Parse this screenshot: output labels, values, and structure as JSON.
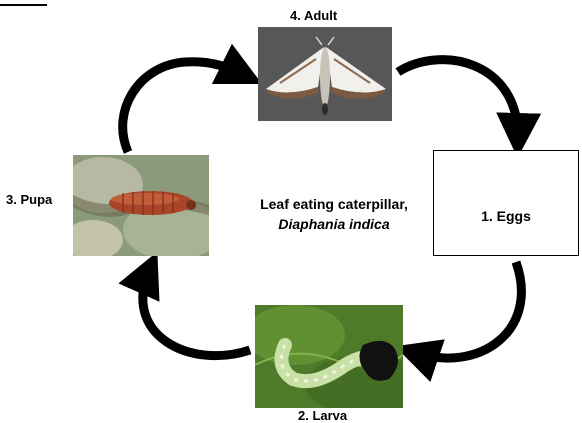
{
  "center": {
    "title_line1": "Leaf eating caterpillar,",
    "title_line2": "Diaphania indica"
  },
  "stages": {
    "adult": "4. Adult",
    "eggs": "1.   Eggs",
    "larva": "2. Larva",
    "pupa": "3. Pupa"
  },
  "photos": {
    "adult": "moth-photo",
    "larva": "caterpillar-photo",
    "pupa": "pupa-photo"
  }
}
